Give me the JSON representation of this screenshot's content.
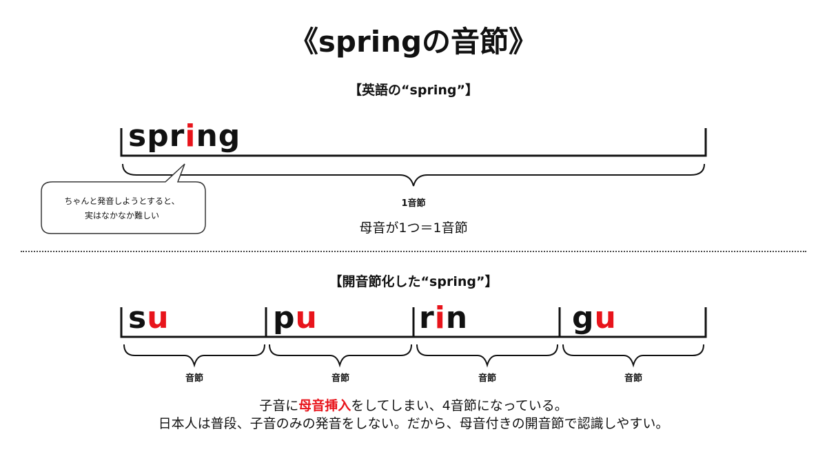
{
  "title": "《springの音節》",
  "english": {
    "heading": "【英語の“spring”】",
    "word": {
      "before": "spr",
      "vowel": "i",
      "after": "ng"
    },
    "syllable_label": "1音節",
    "note": "母音が1つ＝1音節",
    "callout": {
      "line1": "ちゃんと発音しようとすると、",
      "line2": "実はなかなか難しい"
    }
  },
  "open": {
    "heading": "【開音節化した“spring”】",
    "segments": [
      {
        "consonant": "s",
        "vowel": "u",
        "tail": "",
        "label": "音節"
      },
      {
        "consonant": "p",
        "vowel": "u",
        "tail": "",
        "label": "音節"
      },
      {
        "consonant": "r",
        "vowel": "i",
        "tail": "n",
        "label": "音節"
      },
      {
        "consonant": "g",
        "vowel": "u",
        "tail": "",
        "label": "音節"
      }
    ]
  },
  "summary": {
    "line1_pre": "子音に",
    "line1_emph": "母音挿入",
    "line1_post": "をしてしまい、4音節になっている。",
    "line2": "日本人は普段、子音のみの発音をしない。だから、母音付きの開音節で認識しやすい。"
  },
  "colors": {
    "accent": "#e8141b",
    "line": "#111111"
  }
}
